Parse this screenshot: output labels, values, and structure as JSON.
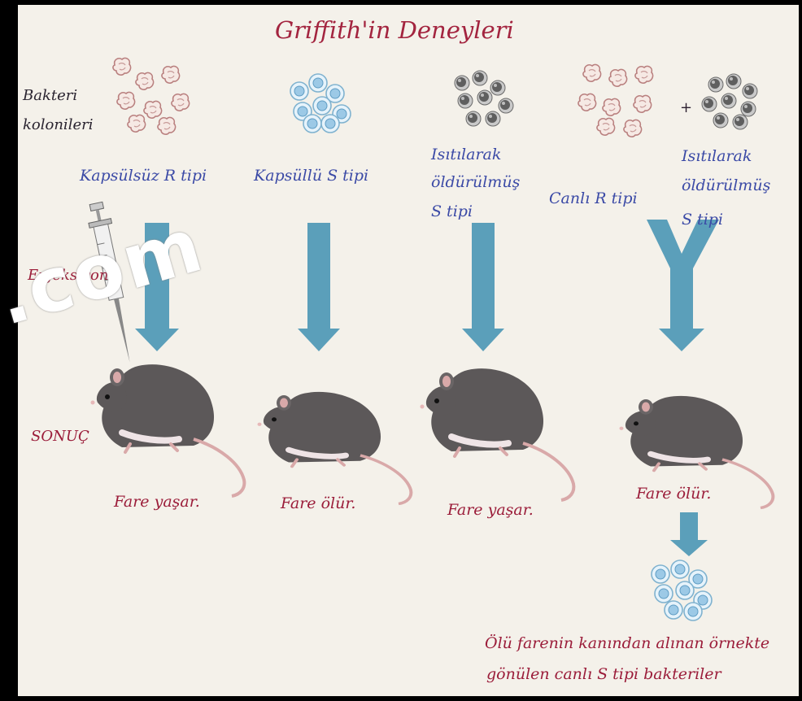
{
  "title": "Griffith'in Deneyleri",
  "left_labels": {
    "colonies": [
      "Bakteri",
      "kolonileri"
    ],
    "injection": "Enjeksiyon",
    "result": "SONUÇ"
  },
  "watermark": ".com",
  "experiments": [
    {
      "bacteria": [
        "Kapsülsüz R tipi"
      ],
      "outcome": "Fare yaşar."
    },
    {
      "bacteria": [
        "Kapsüllü S tipi"
      ],
      "outcome": "Fare ölür."
    },
    {
      "bacteria": [
        "Isıtılarak",
        "öldürülmüş",
        "S tipi"
      ],
      "outcome": "Fare yaşar."
    },
    {
      "bacteria": [
        "Canlı R tipi"
      ],
      "bacteria_extra": [
        "Isıtılarak",
        "öldürülmüş",
        "S tipi"
      ],
      "plus": "+",
      "outcome": "Fare ölür."
    }
  ],
  "footnote": [
    "Ölü farenin kanından alınan örnekte",
    "gönülen canlı S tipi bakteriler"
  ],
  "colors": {
    "background": "#f4f1ea",
    "arrow": "#5b9fba",
    "title": "#a3243f",
    "label_blue": "#3b4aa6",
    "outcome": "#9b1d3a"
  }
}
